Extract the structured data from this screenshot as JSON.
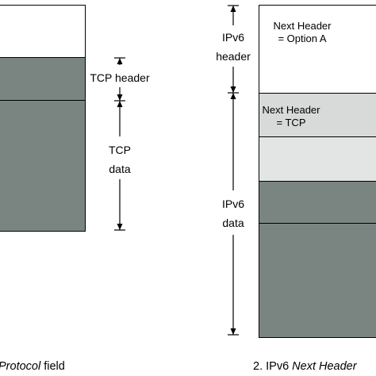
{
  "colors": {
    "white": "#ffffff",
    "dark_grey": "#7a8582",
    "light_grey": "#d7dad8",
    "lighter_grey": "#e2e5e3",
    "line": "#000000"
  },
  "left_column": {
    "tcp_header_label": "TCP header",
    "tcp_data_label_line1": "TCP",
    "tcp_data_label_line2": "data",
    "caption_italic": "Protocol",
    "caption_rest": " field"
  },
  "right_column": {
    "ipv6_header_label_line1": "IPv6",
    "ipv6_header_label_line2": "header",
    "box1_line1": "Next Header",
    "box1_line2": "= Option A",
    "box2_line1": "Next Header",
    "box2_line2": "= TCP",
    "ipv6_data_label_line1": "IPv6",
    "ipv6_data_label_line2": "data",
    "caption_prefix": "2. IPv6 ",
    "caption_italic": "Next Header"
  }
}
